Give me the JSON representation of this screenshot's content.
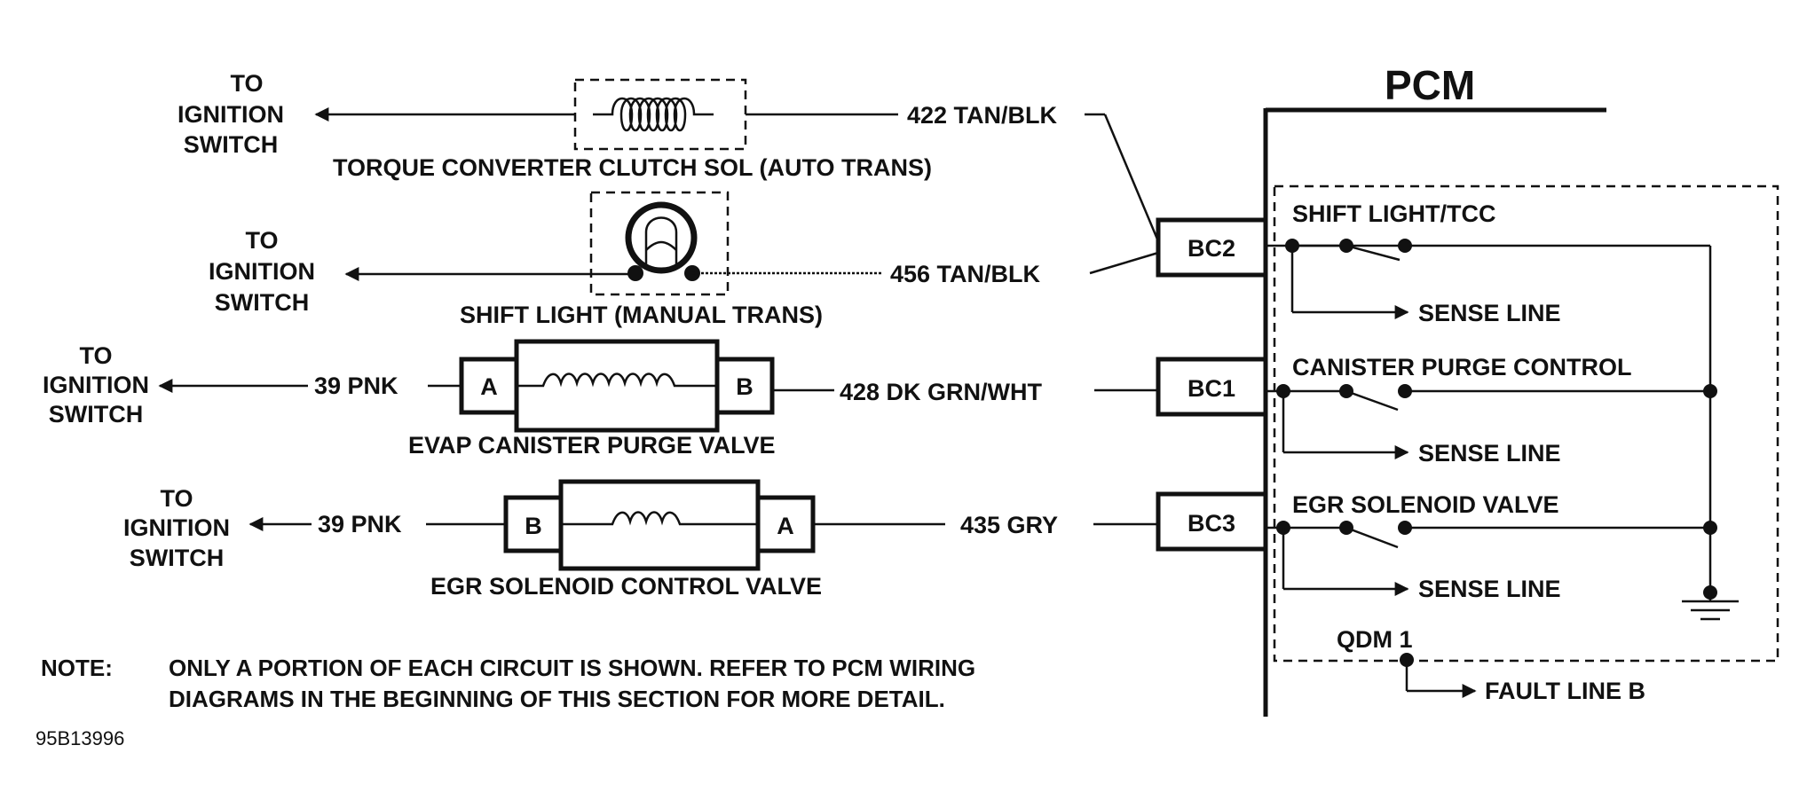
{
  "pcm": {
    "title": "PCM",
    "connectors": [
      "BC2",
      "BC1",
      "BC3"
    ],
    "circuits": [
      {
        "name": "SHIFT LIGHT/TCC",
        "sense": "SENSE LINE"
      },
      {
        "name": "CANISTER PURGE CONTROL",
        "sense": "SENSE LINE"
      },
      {
        "name": "EGR SOLENOID VALVE",
        "sense": "SENSE LINE"
      }
    ],
    "qdm": "QDM 1",
    "fault": "FAULT LINE B"
  },
  "ignition": {
    "line1": "TO",
    "line2": "IGNITION",
    "line3": "SWITCH"
  },
  "components": {
    "tcc": {
      "label": "TORQUE CONVERTER CLUTCH SOL (AUTO TRANS)",
      "wire": "422 TAN/BLK"
    },
    "shift": {
      "label": "SHIFT LIGHT (MANUAL TRANS)",
      "wire": "456 TAN/BLK"
    },
    "evap": {
      "label": "EVAP CANISTER PURGE VALVE",
      "wire_in": "39 PNK",
      "wire_out": "428 DK GRN/WHT",
      "pin_left": "A",
      "pin_right": "B"
    },
    "egr": {
      "label": "EGR SOLENOID CONTROL VALVE",
      "wire_in": "39 PNK",
      "wire_out": "435 GRY",
      "pin_left": "B",
      "pin_right": "A"
    }
  },
  "note": {
    "label": "NOTE:",
    "line1": "ONLY A PORTION OF EACH CIRCUIT IS SHOWN.  REFER TO PCM WIRING",
    "line2": "DIAGRAMS IN THE BEGINNING OF THIS SECTION FOR MORE DETAIL."
  },
  "figure_id": "95B13996"
}
